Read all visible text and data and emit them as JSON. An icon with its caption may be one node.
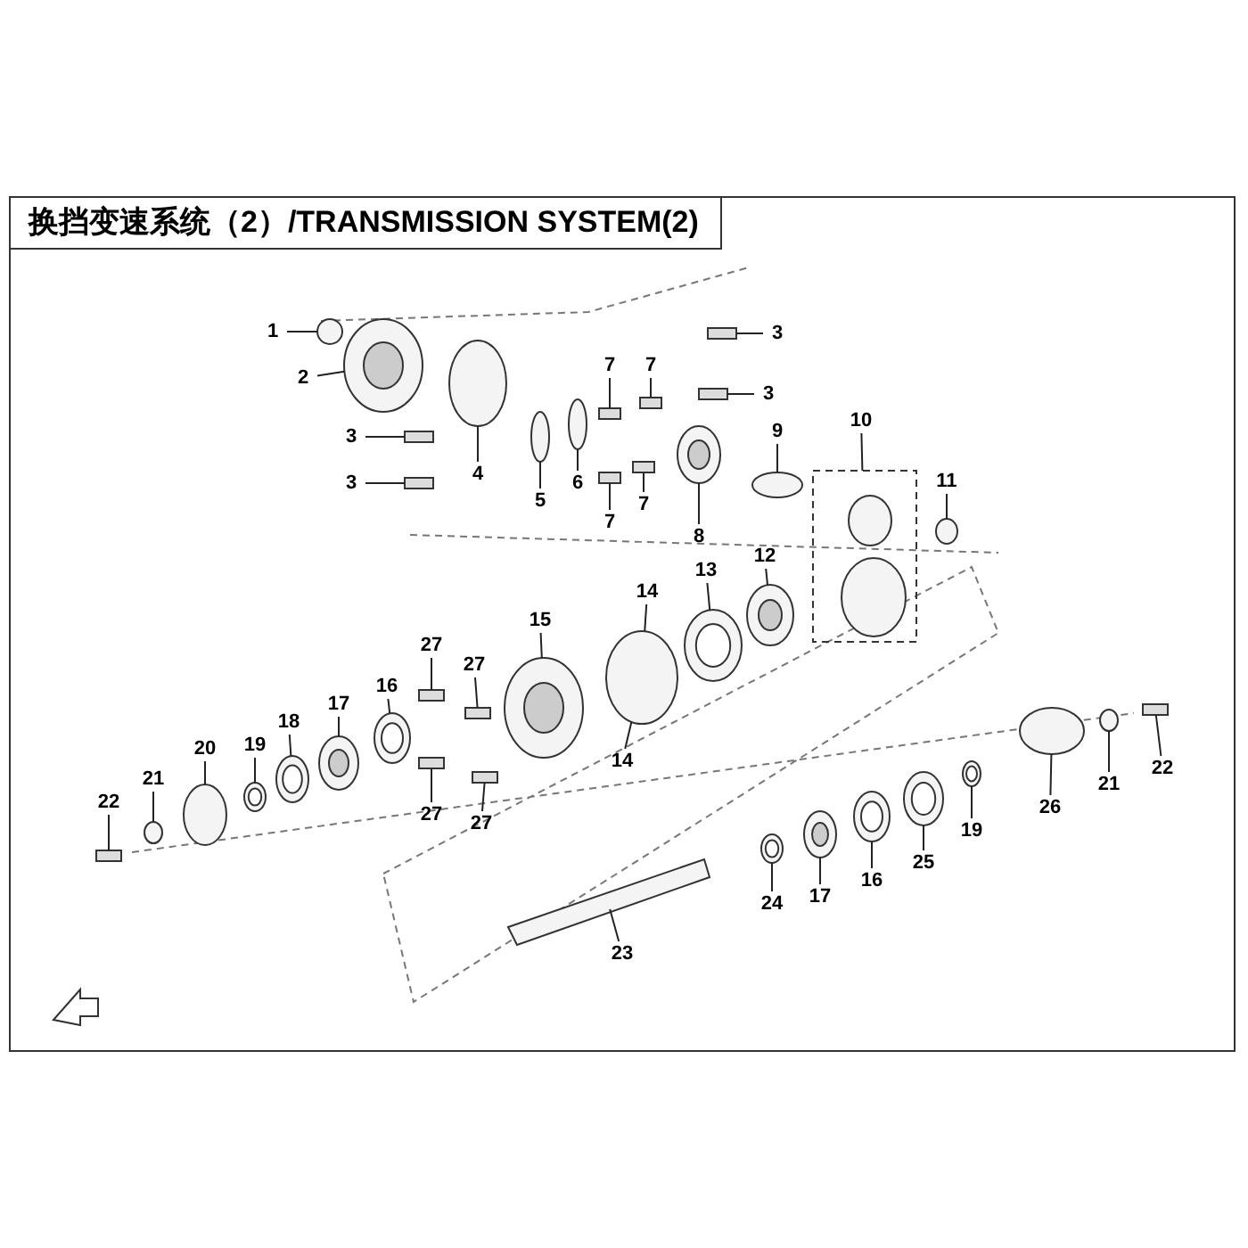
{
  "diagram": {
    "title": "换挡变速系统（2）/TRANSMISSION SYSTEM(2)",
    "nodes": [
      {
        "text": [
          "1"
        ]
      },
      {
        "text": [
          "2"
        ]
      },
      {
        "text": [
          "3"
        ]
      },
      {
        "text": [
          "3"
        ]
      },
      {
        "text": [
          "3"
        ]
      },
      {
        "text": [
          "3"
        ]
      },
      {
        "text": [
          "4"
        ]
      },
      {
        "text": [
          "5"
        ]
      },
      {
        "text": [
          "6"
        ]
      },
      {
        "text": [
          "7"
        ]
      },
      {
        "text": [
          "7"
        ]
      },
      {
        "text": [
          "7"
        ]
      },
      {
        "text": [
          "7"
        ]
      },
      {
        "text": [
          "8"
        ]
      },
      {
        "text": [
          "9"
        ]
      },
      {
        "text": [
          "10"
        ]
      },
      {
        "text": [
          "11"
        ]
      },
      {
        "text": [
          "12"
        ]
      },
      {
        "text": [
          "13"
        ]
      },
      {
        "text": [
          "14"
        ]
      },
      {
        "text": [
          "14"
        ]
      },
      {
        "text": [
          "15"
        ]
      },
      {
        "text": [
          "16"
        ]
      },
      {
        "text": [
          "17"
        ]
      },
      {
        "text": [
          "18"
        ]
      },
      {
        "text": [
          "19"
        ]
      },
      {
        "text": [
          "20"
        ]
      },
      {
        "text": [
          "21"
        ]
      },
      {
        "text": [
          "22"
        ]
      },
      {
        "text": [
          "27"
        ]
      },
      {
        "text": [
          "27"
        ]
      },
      {
        "text": [
          "27"
        ]
      },
      {
        "text": [
          "27"
        ]
      },
      {
        "text": [
          "23"
        ]
      },
      {
        "text": [
          "24"
        ]
      },
      {
        "text": [
          "17"
        ]
      },
      {
        "text": [
          "16"
        ]
      },
      {
        "text": [
          "25"
        ]
      },
      {
        "text": [
          "19"
        ]
      },
      {
        "text": [
          "26"
        ]
      },
      {
        "text": [
          "21"
        ]
      },
      {
        "text": [
          "22"
        ]
      },
      {
        "text": [],
        "shape": "circle"
      },
      {
        "text": [],
        "shape": "picture"
      },
      {
        "text": [],
        "shape": "box"
      },
      {
        "text": [],
        "shape": "box"
      },
      {
        "text": [],
        "shape": "box"
      },
      {
        "text": [],
        "shape": "box"
      },
      {
        "text": [],
        "shape": "circle"
      },
      {
        "text": [],
        "shape": "circle"
      },
      {
        "text": [],
        "shape": "circle"
      },
      {
        "text": [],
        "shape": "box"
      },
      {
        "text": [],
        "shape": "box"
      },
      {
        "text": [],
        "shape": "box"
      },
      {
        "text": [],
        "shape": "box"
      },
      {
        "text": [],
        "shape": "picture"
      },
      {
        "text": [],
        "shape": "circle"
      },
      {
        "text": [],
        "shape": "picture"
      },
      {
        "text": [],
        "shape": "circle"
      },
      {
        "text": [],
        "shape": "picture"
      },
      {
        "text": [],
        "shape": "picture"
      },
      {
        "text": [],
        "shape": "circle"
      },
      {
        "text": [],
        "shape": "picture"
      },
      {
        "text": [],
        "shape": "picture"
      },
      {
        "text": [],
        "shape": "picture"
      },
      {
        "text": [],
        "shape": "picture"
      },
      {
        "text": [],
        "shape": "picture"
      },
      {
        "text": [],
        "shape": "circle"
      },
      {
        "text": [],
        "shape": "circle"
      },
      {
        "text": [],
        "shape": "box"
      },
      {
        "text": [],
        "shape": "box"
      },
      {
        "text": [],
        "shape": "box"
      },
      {
        "text": [],
        "shape": "box"
      },
      {
        "text": [],
        "shape": "box"
      },
      {
        "text": [],
        "shape": "picture"
      },
      {
        "text": [],
        "shape": "picture"
      },
      {
        "text": [],
        "shape": "picture"
      },
      {
        "text": [],
        "shape": "picture"
      },
      {
        "text": [],
        "shape": "picture"
      },
      {
        "text": [],
        "shape": "picture"
      },
      {
        "text": [],
        "shape": "circle"
      },
      {
        "text": [],
        "shape": "circle"
      },
      {
        "text": [],
        "shape": "box"
      }
    ],
    "edges": [
      {
        "from": 0,
        "to": 42,
        "arrow": "none"
      },
      {
        "from": 1,
        "to": 43,
        "arrow": "none"
      },
      {
        "from": 2,
        "to": 44,
        "arrow": "none"
      },
      {
        "from": 3,
        "to": 45,
        "arrow": "none"
      },
      {
        "from": 4,
        "to": 46,
        "arrow": "none"
      },
      {
        "from": 5,
        "to": 47,
        "arrow": "none"
      },
      {
        "from": 6,
        "to": 48,
        "arrow": "none"
      },
      {
        "from": 7,
        "to": 49,
        "arrow": "none"
      },
      {
        "from": 8,
        "to": 50,
        "arrow": "none"
      },
      {
        "from": 9,
        "to": 51,
        "arrow": "none"
      },
      {
        "from": 10,
        "to": 52,
        "arrow": "none"
      },
      {
        "from": 11,
        "to": 53,
        "arrow": "none"
      },
      {
        "from": 12,
        "to": 54,
        "arrow": "none"
      },
      {
        "from": 13,
        "to": 55,
        "arrow": "none"
      },
      {
        "from": 14,
        "to": 56,
        "arrow": "none"
      },
      {
        "from": 15,
        "to": 57,
        "arrow": "none"
      },
      {
        "from": 16,
        "to": 58,
        "arrow": "none"
      },
      {
        "from": 17,
        "to": 59,
        "arrow": "none"
      },
      {
        "from": 18,
        "to": 60,
        "arrow": "none"
      },
      {
        "from": 19,
        "to": 61,
        "arrow": "none"
      },
      {
        "from": 20,
        "to": 61,
        "arrow": "none"
      },
      {
        "from": 21,
        "to": 62,
        "arrow": "none"
      },
      {
        "from": 22,
        "to": 63,
        "arrow": "none"
      },
      {
        "from": 23,
        "to": 64,
        "arrow": "none"
      },
      {
        "from": 24,
        "to": 65,
        "arrow": "none"
      },
      {
        "from": 25,
        "to": 66,
        "arrow": "none"
      },
      {
        "from": 26,
        "to": 67,
        "arrow": "none"
      },
      {
        "from": 27,
        "to": 68,
        "arrow": "none"
      },
      {
        "from": 28,
        "to": 69,
        "arrow": "none"
      },
      {
        "from": 29,
        "to": 70,
        "arrow": "none"
      },
      {
        "from": 30,
        "to": 71,
        "arrow": "none"
      },
      {
        "from": 31,
        "to": 72,
        "arrow": "none"
      },
      {
        "from": 32,
        "to": 73,
        "arrow": "none"
      },
      {
        "from": 33,
        "to": 74,
        "arrow": "none"
      },
      {
        "from": 34,
        "to": 75,
        "arrow": "none"
      },
      {
        "from": 35,
        "to": 76,
        "arrow": "none"
      },
      {
        "from": 36,
        "to": 77,
        "arrow": "none"
      },
      {
        "from": 37,
        "to": 78,
        "arrow": "none"
      },
      {
        "from": 38,
        "to": 79,
        "arrow": "none"
      },
      {
        "from": 39,
        "to": 80,
        "arrow": "none"
      },
      {
        "from": 40,
        "to": 81,
        "arrow": "none"
      },
      {
        "from": 41,
        "to": 82,
        "arrow": "none"
      }
    ]
  }
}
